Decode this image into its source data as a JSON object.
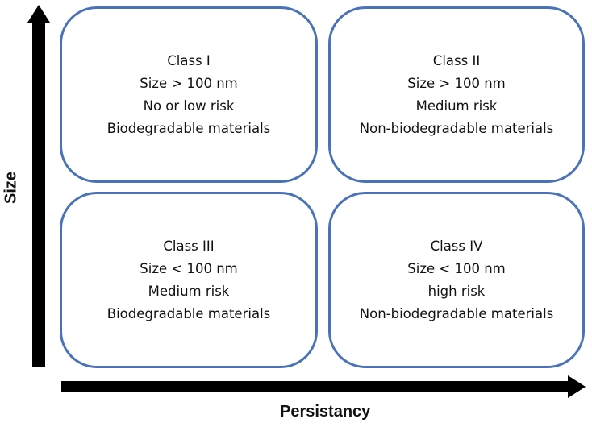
{
  "axes": {
    "y_label": "Size",
    "x_label": "Persistancy"
  },
  "quadrants": [
    {
      "lines": [
        "Class I",
        "Size > 100 nm",
        "No or low risk",
        "Biodegradable materials"
      ]
    },
    {
      "lines": [
        "Class II",
        "Size > 100 nm",
        "Medium risk",
        "Non-biodegradable materials"
      ]
    },
    {
      "lines": [
        "Class III",
        "Size < 100 nm",
        "Medium risk",
        "Biodegradable materials"
      ]
    },
    {
      "lines": [
        "Class IV",
        "Size < 100 nm",
        "high risk",
        "Non-biodegradable materials"
      ]
    }
  ],
  "colors": {
    "box_border": "#4a72b8",
    "arrow": "#000000"
  }
}
